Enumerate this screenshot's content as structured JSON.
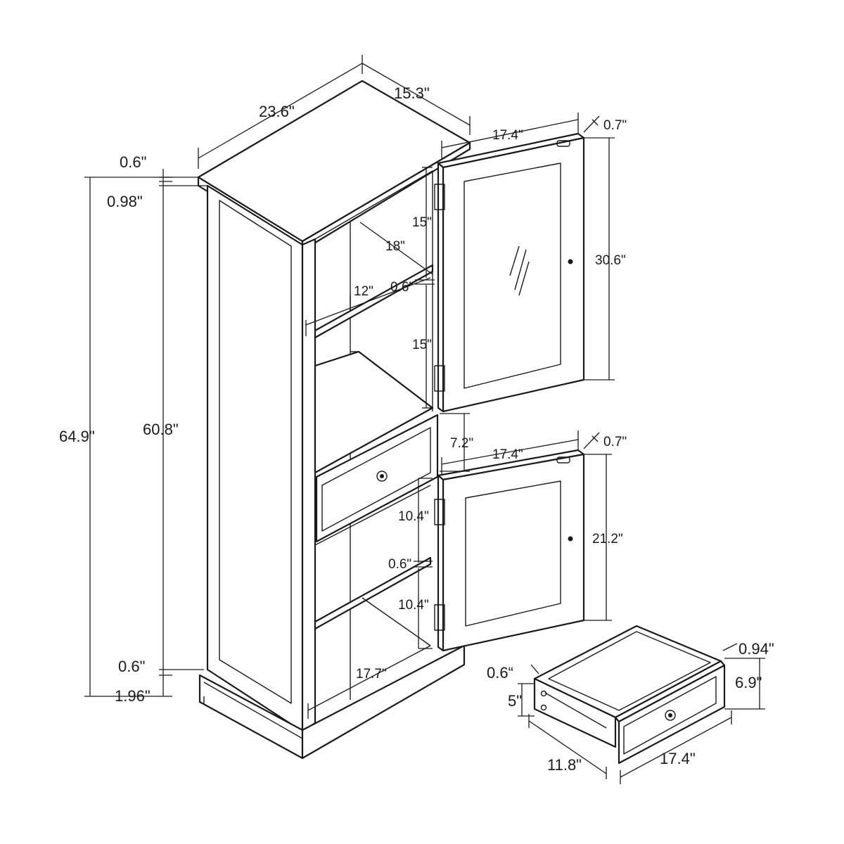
{
  "dimensions": {
    "top_width": "23.6\"",
    "top_depth": "15.3\"",
    "top_thickness": "0.6\"",
    "top_overhang": "0.98\"",
    "total_height": "64.9\"",
    "body_height": "60.8\"",
    "base_gap": "0.6\"",
    "base_height": "1.96\"",
    "shelf_width": "18\"",
    "shelf_depth": "12\"",
    "shelf_thickness_upper": "0.6\"",
    "upper_space_1": "15\"",
    "upper_space_2": "15\"",
    "drawer_gap": "7.2\"",
    "lower_space_1": "10.4\"",
    "shelf_thickness_lower": "0.6\"",
    "lower_space_2": "10.4\"",
    "inner_width": "17.7\"",
    "upper_door_width": "17.4\"",
    "upper_door_thickness": "0.7\"",
    "upper_door_height": "30.6\"",
    "lower_door_width": "17.4\"",
    "lower_door_thickness": "0.7\"",
    "lower_door_height": "21.2\"",
    "drawer_side_thickness": "0.6“",
    "drawer_box_height": "5\"",
    "drawer_depth": "11.8\"",
    "drawer_front_width": "17.4\"",
    "drawer_front_thickness": "0.94\"",
    "drawer_front_height": "6.9\""
  }
}
